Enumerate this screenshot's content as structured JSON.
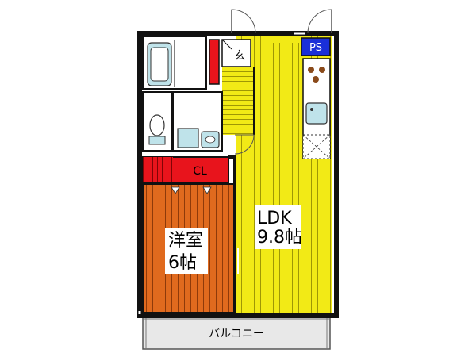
{
  "rooms": {
    "entrance": {
      "label": "玄"
    },
    "closet": {
      "label": "CL"
    },
    "western_room": {
      "name": "洋室",
      "size": "6帖"
    },
    "ldk": {
      "name": "LDK",
      "size": "9.8帖"
    },
    "balcony": {
      "label": "バルコニー"
    },
    "pipe_space": {
      "label": "PS"
    }
  },
  "colors": {
    "ldk_floor": "#f2ea16",
    "western_floor": "#e06a1e",
    "closet": "#e8141c",
    "pipe_space": "#1a2fd8",
    "wall": "#111111",
    "fixture": "#bfe3ea",
    "balcony": "#e8e8e8"
  },
  "icons": {
    "bathtub": "bathtub-icon",
    "toilet": "toilet-icon",
    "washbasin": "washbasin-icon",
    "washing_machine": "washing-machine-icon",
    "stove": "stove-icon",
    "kitchen_sink": "kitchen-sink-icon",
    "fridge_space": "fridge-space-icon",
    "door": "door-swing-icon"
  }
}
